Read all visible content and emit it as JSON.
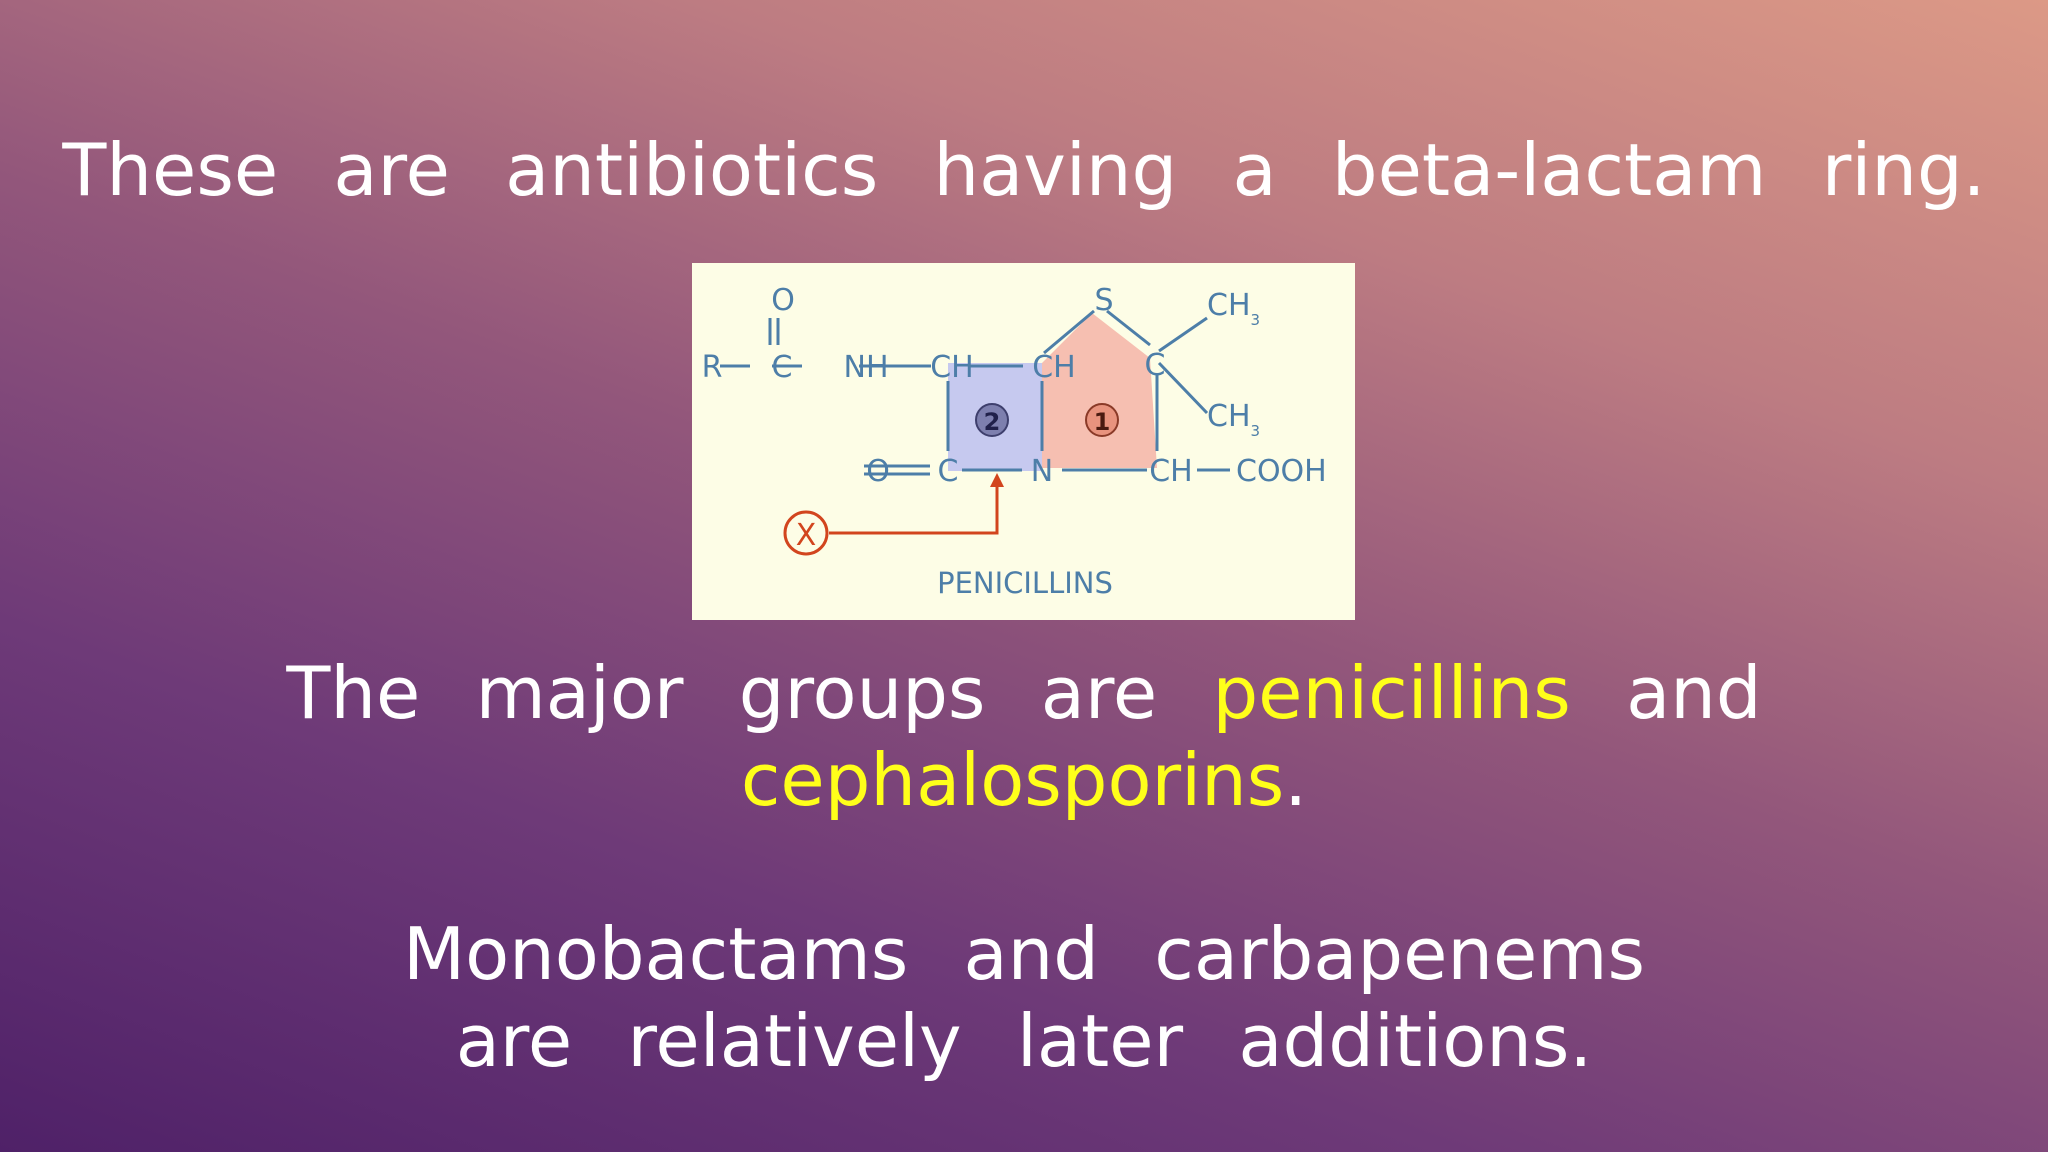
{
  "slide": {
    "line1": "These are antibiotics having a beta-lactam ring.",
    "line2": {
      "part1": "The major groups are ",
      "highlight1": "penicillins",
      "part2": " and"
    },
    "line3": {
      "highlight2": "cephalosporins",
      "part3": "."
    },
    "line4": "Monobactams and carbapenems",
    "line5": "are relatively later additions."
  },
  "figure": {
    "caption": "PENICILLINS",
    "atoms": {
      "o_top": "O",
      "r": "R",
      "c1": "C",
      "nh": "NH",
      "ch1": "CH",
      "ch2": "CH",
      "s": "S",
      "c_quat": "C",
      "ch3_top": "CH",
      "ch3_top_sub": "3",
      "ch3_bot": "CH",
      "ch3_bot_sub": "3",
      "o_left": "O",
      "c_lactam": "C",
      "n": "N",
      "ch_cooh": "CH",
      "cooh": "COOH",
      "x_mark": "X"
    },
    "ring_labels": {
      "ring2": "2",
      "ring1": "1"
    },
    "colors": {
      "background": "#fdfde6",
      "ring_beta_lactam": "#c6c9ef",
      "ring_thiazolidine": "#f6bfb1",
      "bond": "#4d7ea8",
      "arrow": "#d2451e",
      "highlight_text": "#ffff1a"
    }
  }
}
